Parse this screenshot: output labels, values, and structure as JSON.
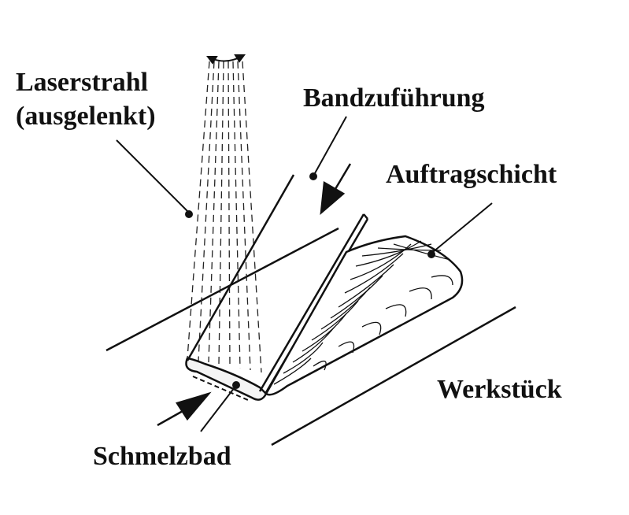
{
  "labels": {
    "laser_line1": "Laserstrahl",
    "laser_line2": "(ausgelenkt)",
    "band_feed": "Bandzuführung",
    "coating_layer": "Auftragschicht",
    "workpiece": "Werkstück",
    "melt_pool": "Schmelzbad"
  },
  "colors": {
    "ink": "#111111",
    "paper": "#ffffff"
  }
}
